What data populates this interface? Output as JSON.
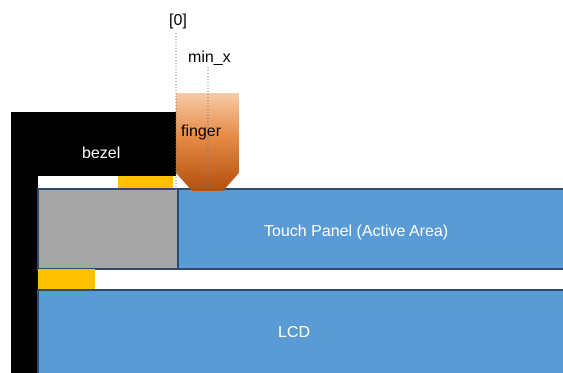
{
  "labels": {
    "zero": "[0]",
    "min_x": "min_x",
    "finger": "finger",
    "bezel": "bezel",
    "touch_panel": "Touch Panel (Active Area)",
    "lcd": "LCD"
  },
  "colors": {
    "bezel": "#000000",
    "finger_top": "#f6c6a0",
    "finger_bottom": "#b3500f",
    "touch_panel": "#5b9bd5",
    "panel_border": "#2e4a6b",
    "gray_block": "#a5a5a5",
    "adhesive": "#ffc000",
    "label_dark": "#000000",
    "label_light": "#ffffff"
  }
}
